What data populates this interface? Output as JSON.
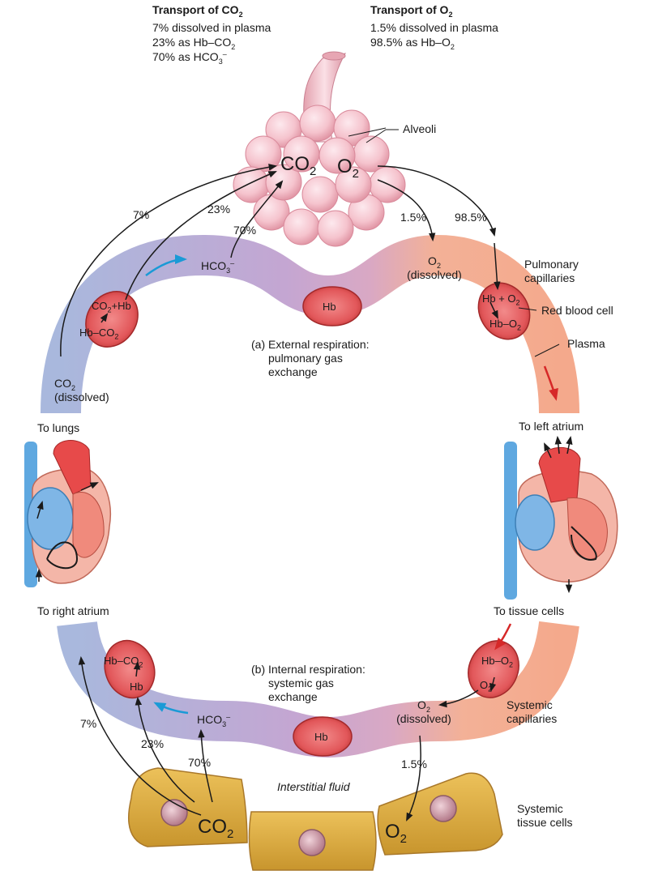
{
  "header": {
    "co2_title": "Transport of CO",
    "co2_title_sub": "2",
    "co2_items": [
      {
        "pre": "7% dissolved in plasma",
        "sub": "",
        "post": ""
      },
      {
        "pre": "23% as Hb–CO",
        "sub": "2",
        "post": ""
      },
      {
        "pre": "70% as HCO",
        "sub": "3",
        "sup": "–"
      }
    ],
    "o2_title": "Transport of O",
    "o2_title_sub": "2",
    "o2_items": [
      {
        "pre": "1.5% dissolved in plasma",
        "sub": ""
      },
      {
        "pre": "98.5% as Hb–O",
        "sub": "2"
      }
    ]
  },
  "lungs": {
    "alveoli_label": "Alveoli",
    "co2": "CO",
    "co2_sub": "2",
    "o2": "O",
    "o2_sub": "2",
    "pct_7": "7%",
    "pct_23": "23%",
    "pct_70": "70%",
    "pct_1_5": "1.5%",
    "pct_98_5": "98.5%"
  },
  "pulmonary": {
    "hco3": "HCO",
    "hco3_sub": "3",
    "hco3_sup": "–",
    "rbc_left_top": "CO",
    "rbc_left_top_sub": "2",
    "rbc_left_top_post": "+Hb",
    "rbc_left_bottom": "Hb–CO",
    "rbc_left_bottom_sub": "2",
    "rbc_mid": "Hb",
    "o2_dissolved": "O",
    "o2_dissolved_sub": "2",
    "o2_dissolved_word": "(dissolved)",
    "rbc_right_top": "Hb + O",
    "rbc_right_top_sub": "2",
    "rbc_right_bottom": "Hb–O",
    "rbc_right_bottom_sub": "2",
    "capillaries_label_1": "Pulmonary",
    "capillaries_label_2": "capillaries",
    "red_blood_cell_label": "Red blood cell",
    "plasma_label": "Plasma",
    "co2_dissolved": "CO",
    "co2_dissolved_sub": "2",
    "co2_dissolved_word": "(dissolved)",
    "caption_1": "(a) External respiration:",
    "caption_2": "pulmonary gas",
    "caption_3": "exchange"
  },
  "heart": {
    "to_lungs": "To lungs",
    "to_left_atrium": "To left atrium",
    "to_right_atrium": "To right atrium",
    "to_tissue_cells": "To tissue cells"
  },
  "systemic": {
    "rbc_left_top": "Hb–CO",
    "rbc_left_top_sub": "2",
    "rbc_left_bottom": "Hb",
    "hco3": "HCO",
    "hco3_sub": "3",
    "hco3_sup": "–",
    "rbc_mid": "Hb",
    "rbc_right_top": "Hb–O",
    "rbc_right_top_sub": "2",
    "rbc_right_bottom": "O",
    "rbc_right_bottom_sub": "2",
    "o2_dissolved": "O",
    "o2_dissolved_sub": "2",
    "o2_dissolved_word": "(dissolved)",
    "capillaries_label_1": "Systemic",
    "capillaries_label_2": "capillaries",
    "caption_1": "(b) Internal respiration:",
    "caption_2": "systemic gas",
    "caption_3": "exchange",
    "pct_7": "7%",
    "pct_23": "23%",
    "pct_70": "70%",
    "pct_1_5": "1.5%"
  },
  "tissue": {
    "interstitial_label": "Interstitial fluid",
    "co2": "CO",
    "co2_sub": "2",
    "o2": "O",
    "o2_sub": "2",
    "cells_label_1": "Systemic",
    "cells_label_2": "tissue cells"
  },
  "colors": {
    "deoxygenated": "#a9b8dd",
    "mixed": "#c4a6d2",
    "oxygenated": "#f3b197",
    "rbc": "#d9474a",
    "alveoli": "#f4c6cf",
    "tissue": "#d9a93e",
    "blue_arrow": "#1a9ad6",
    "red_arrow": "#d62828"
  }
}
